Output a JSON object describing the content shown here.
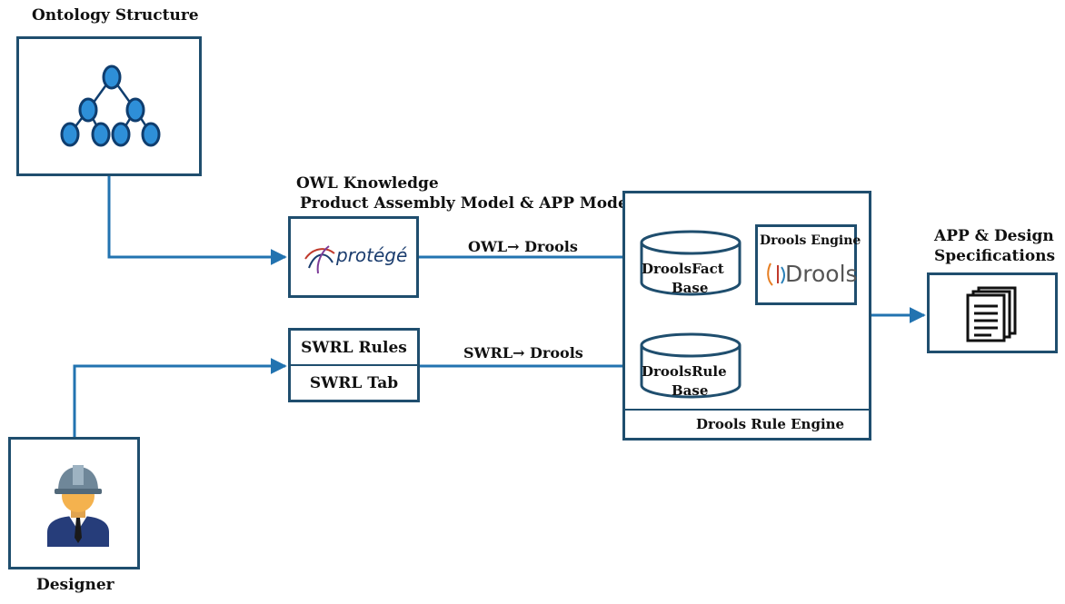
{
  "ontology": {
    "title": "Ontology Structure",
    "icon": "tree-hierarchy-icon"
  },
  "owl": {
    "title_line1": "OWL Knowledge",
    "title_line2": "Product Assembly Model & APP Model",
    "logo_text": "protégé",
    "logo_icon": "protege-logo-icon"
  },
  "swrl": {
    "rules_label": "SWRL Rules",
    "tab_label": "SWRL Tab"
  },
  "edges": {
    "owl_to_drools": "OWL→ Drools",
    "swrl_to_drools": "SWRL→ Drools"
  },
  "drools": {
    "fact_base_line1": "DroolsFact",
    "fact_base_line2": "Base",
    "rule_base_line1": "DroolsRule",
    "rule_base_line2": "Base",
    "engine_title": "Drools Engine",
    "engine_logo_text": "Drools",
    "engine_logo_icon": "drools-logo-icon",
    "rule_engine_label": "Drools Rule Engine"
  },
  "output": {
    "title_line1": "APP & Design",
    "title_line2": "Specifications",
    "icon": "documents-stack-icon"
  },
  "designer": {
    "label": "Designer",
    "icon": "engineer-avatar-icon"
  },
  "colors": {
    "border": "#1f4e6e",
    "arrow": "#2273b0",
    "node_fill": "#2e8fd8",
    "node_stroke": "#0f3d6e"
  }
}
